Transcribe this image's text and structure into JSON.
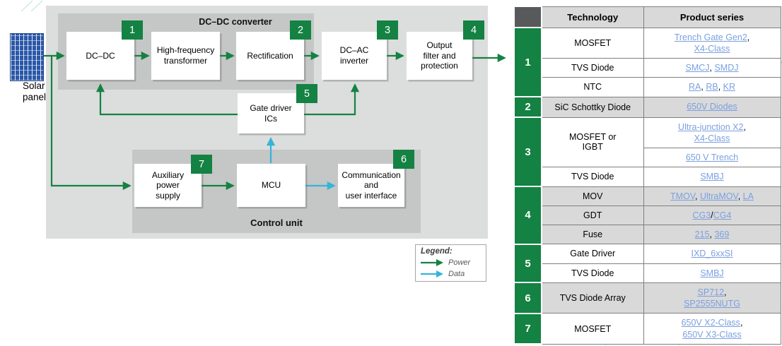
{
  "colors": {
    "accent_green": "#148242",
    "data_cyan": "#35b4d8",
    "link_blue": "#7ba0e0",
    "header_gray": "#d9d9d9",
    "corner_gray": "#58595b",
    "shaded_row": "#d9d9d9",
    "panel_gray": "#dcdddd",
    "group_gray": "#c5c6c6",
    "solar_blue": "#2a57a8"
  },
  "diagram": {
    "solar_label": "Solar\npanel",
    "dcdc_group_title": "DC–DC converter",
    "control_group_title": "Control unit",
    "badges": [
      "1",
      "2",
      "3",
      "4",
      "5",
      "6",
      "7"
    ],
    "blocks": {
      "dcdc": "DC–DC",
      "hft": "High-frequency\ntransformer",
      "rect": "Rectification",
      "dcac": "DC–AC\ninverter",
      "outf": "Output\nfilter and\nprotection",
      "gate": "Gate driver\nICs",
      "aux": "Auxiliary\npower\nsupply",
      "mcu": "MCU",
      "comm": "Communication\nand\nuser interface"
    },
    "legend": {
      "title": "Legend:",
      "power": "Power",
      "data": "Data"
    }
  },
  "table": {
    "headers": [
      "Technology",
      "Product series"
    ],
    "groups": [
      {
        "num": "1",
        "shaded": false,
        "rows": [
          {
            "tech": "MOSFET",
            "cells": [
              [
                [
                  {
                    "t": "Trench Gate Gen2",
                    "link": true
                  },
                  {
                    "t": ","
                  }
                ],
                [
                  {
                    "t": "X4-Class",
                    "link": true
                  }
                ]
              ]
            ]
          },
          {
            "tech": "TVS Diode",
            "cells": [
              [
                [
                  {
                    "t": "SMCJ",
                    "link": true
                  },
                  {
                    "t": ", "
                  },
                  {
                    "t": "SMDJ",
                    "link": true
                  }
                ]
              ]
            ]
          },
          {
            "tech": "NTC",
            "cells": [
              [
                [
                  {
                    "t": "RA",
                    "link": true
                  },
                  {
                    "t": ", "
                  },
                  {
                    "t": "RB",
                    "link": true
                  },
                  {
                    "t": ", "
                  },
                  {
                    "t": "KR",
                    "link": true
                  }
                ]
              ]
            ]
          }
        ]
      },
      {
        "num": "2",
        "shaded": true,
        "rows": [
          {
            "tech": "SiC Schottky Diode",
            "cells": [
              [
                [
                  {
                    "t": "650V Diodes",
                    "link": true
                  }
                ]
              ]
            ]
          }
        ]
      },
      {
        "num": "3",
        "shaded": false,
        "rows": [
          {
            "tech": "MOSFET or\nIGBT",
            "cells": [
              [
                [
                  {
                    "t": "Ultra-junction X2",
                    "link": true
                  },
                  {
                    "t": ","
                  }
                ],
                [
                  {
                    "t": "X4-Class",
                    "link": true
                  }
                ]
              ],
              [
                [
                  {
                    "t": "650 V Trench",
                    "link": true
                  }
                ]
              ]
            ]
          },
          {
            "tech": "TVS Diode",
            "cells": [
              [
                [
                  {
                    "t": "SMBJ",
                    "link": true
                  }
                ]
              ]
            ]
          }
        ]
      },
      {
        "num": "4",
        "shaded": true,
        "rows": [
          {
            "tech": "MOV",
            "cells": [
              [
                [
                  {
                    "t": "TMOV",
                    "link": true
                  },
                  {
                    "t": ", "
                  },
                  {
                    "t": "UltraMOV",
                    "link": true
                  },
                  {
                    "t": ", "
                  },
                  {
                    "t": "LA",
                    "link": true
                  }
                ]
              ]
            ]
          },
          {
            "tech": "GDT",
            "cells": [
              [
                [
                  {
                    "t": "CG3",
                    "link": true
                  },
                  {
                    "t": "/"
                  },
                  {
                    "t": "CG4",
                    "link": true
                  }
                ]
              ]
            ]
          },
          {
            "tech": "Fuse",
            "cells": [
              [
                [
                  {
                    "t": "215",
                    "link": true
                  },
                  {
                    "t": ", "
                  },
                  {
                    "t": "369",
                    "link": true
                  }
                ]
              ]
            ]
          }
        ]
      },
      {
        "num": "5",
        "shaded": false,
        "rows": [
          {
            "tech": "Gate Driver",
            "cells": [
              [
                [
                  {
                    "t": "IXD_6xxSI",
                    "link": true
                  }
                ]
              ]
            ]
          },
          {
            "tech": "TVS Diode",
            "cells": [
              [
                [
                  {
                    "t": "SMBJ",
                    "link": true
                  }
                ]
              ]
            ]
          }
        ]
      },
      {
        "num": "6",
        "shaded": true,
        "rows": [
          {
            "tech": "TVS Diode Array",
            "cells": [
              [
                [
                  {
                    "t": "SP712",
                    "link": true
                  },
                  {
                    "t": ","
                  }
                ],
                [
                  {
                    "t": "SP2555NUTG",
                    "link": true
                  }
                ]
              ]
            ]
          }
        ]
      },
      {
        "num": "7",
        "shaded": false,
        "rows": [
          {
            "tech": "MOSFET",
            "cells": [
              [
                [
                  {
                    "t": "650V X2-Class",
                    "link": true
                  },
                  {
                    "t": ","
                  }
                ],
                [
                  {
                    "t": "650V X3-Class",
                    "link": true
                  }
                ]
              ]
            ]
          }
        ]
      }
    ]
  }
}
